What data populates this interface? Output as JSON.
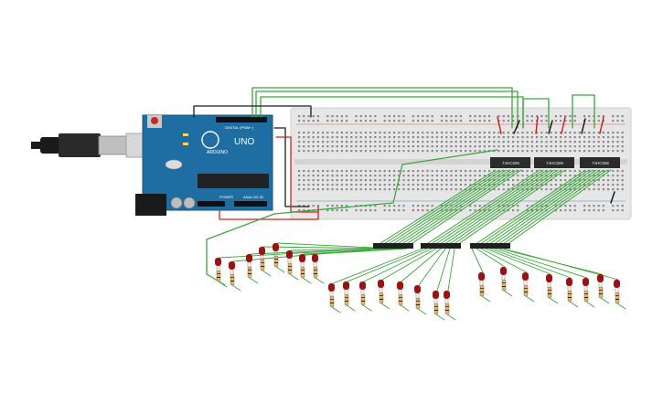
{
  "scene": {
    "arduino": {
      "brand": "ARDUINO",
      "model": "UNO",
      "header_top_label": "DIGITAL (PWM~)",
      "power_label": "POWER",
      "analog_label": "ANALOG IN",
      "board_color": "#1f6ea3"
    },
    "shift_registers": [
      {
        "label": "74HC595"
      },
      {
        "label": "74HC595"
      },
      {
        "label": "74HC595"
      }
    ],
    "led_groups": [
      {
        "group": 1,
        "count": 8
      },
      {
        "group": 2,
        "count": 8
      },
      {
        "group": 3,
        "count": 8
      }
    ],
    "colors": {
      "wire_green": "#3aa83a",
      "wire_red": "#d62020",
      "wire_black": "#1a1a1a",
      "led_red": "#a01010",
      "breadboard": "#e6e6e6",
      "chip": "#2b2b2b"
    }
  }
}
